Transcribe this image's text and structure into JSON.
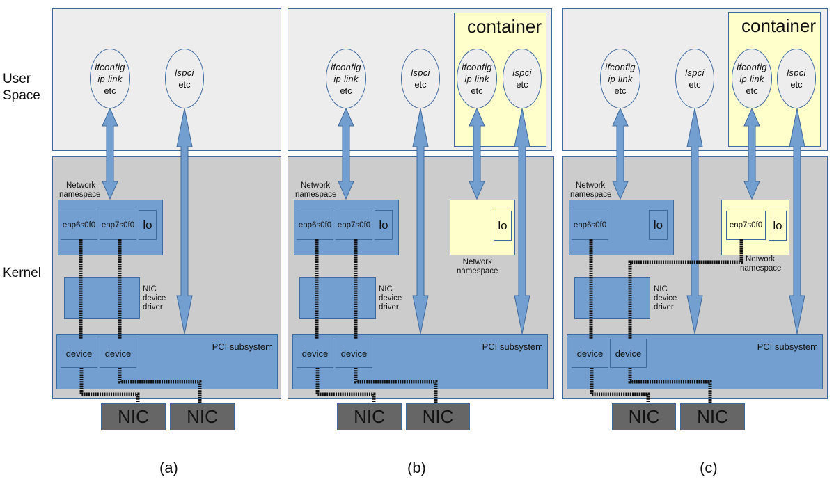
{
  "side_labels": {
    "user_space": [
      "User",
      "Space"
    ],
    "kernel": "Kernel"
  },
  "panels": [
    {
      "caption": "(a)",
      "user_tools": [
        {
          "lines": [
            "ifconfig",
            "ip link"
          ],
          "suffix": "etc"
        },
        {
          "lines": [
            "lspci"
          ],
          "suffix": "etc"
        }
      ],
      "namespace_label": [
        "Network",
        "namespace"
      ],
      "interfaces": [
        "enp6s0f0",
        "enp7s0f0",
        "lo"
      ],
      "driver_label": [
        "NIC",
        "device",
        "driver"
      ],
      "pci_label": "PCI subsystem",
      "devices": [
        "device",
        "device"
      ],
      "nics": [
        "NIC",
        "NIC"
      ]
    },
    {
      "caption": "(b)",
      "container_title": "container",
      "user_tools": [
        {
          "lines": [
            "ifconfig",
            "ip link"
          ],
          "suffix": "etc"
        },
        {
          "lines": [
            "lspci"
          ],
          "suffix": "etc"
        }
      ],
      "container_tools": [
        {
          "lines": [
            "ifconfig",
            "ip link"
          ],
          "suffix": "etc"
        },
        {
          "lines": [
            "lspci"
          ],
          "suffix": "etc"
        }
      ],
      "namespace_label": [
        "Network",
        "namespace"
      ],
      "interfaces": [
        "enp6s0f0",
        "enp7s0f0",
        "lo"
      ],
      "container_namespace_label": [
        "Network",
        "namespace"
      ],
      "container_interfaces": [
        "lo"
      ],
      "driver_label": [
        "NIC",
        "device",
        "driver"
      ],
      "pci_label": "PCI subsystem",
      "devices": [
        "device",
        "device"
      ],
      "nics": [
        "NIC",
        "NIC"
      ]
    },
    {
      "caption": "(c)",
      "container_title": "container",
      "user_tools": [
        {
          "lines": [
            "ifconfig",
            "ip link"
          ],
          "suffix": "etc"
        },
        {
          "lines": [
            "lspci"
          ],
          "suffix": "etc"
        }
      ],
      "container_tools": [
        {
          "lines": [
            "ifconfig",
            "ip link"
          ],
          "suffix": "etc"
        },
        {
          "lines": [
            "lspci"
          ],
          "suffix": "etc"
        }
      ],
      "namespace_label": [
        "Network",
        "namespace"
      ],
      "interfaces": [
        "enp6s0f0",
        "lo"
      ],
      "container_namespace_label": [
        "Network",
        "namespace"
      ],
      "container_interfaces": [
        "enp7s0f0",
        "lo"
      ],
      "driver_label": [
        "NIC",
        "device",
        "driver"
      ],
      "pci_label": "PCI subsystem",
      "devices": [
        "device",
        "device"
      ],
      "nics": [
        "NIC",
        "NIC"
      ]
    }
  ],
  "colors": {
    "user_space_bg": "#ededee",
    "kernel_bg": "#cccccc",
    "block_blue": "#729fcf",
    "container_yellow": "#ffffcc",
    "nic_gray": "#666666",
    "border": "#3f6a9e"
  }
}
